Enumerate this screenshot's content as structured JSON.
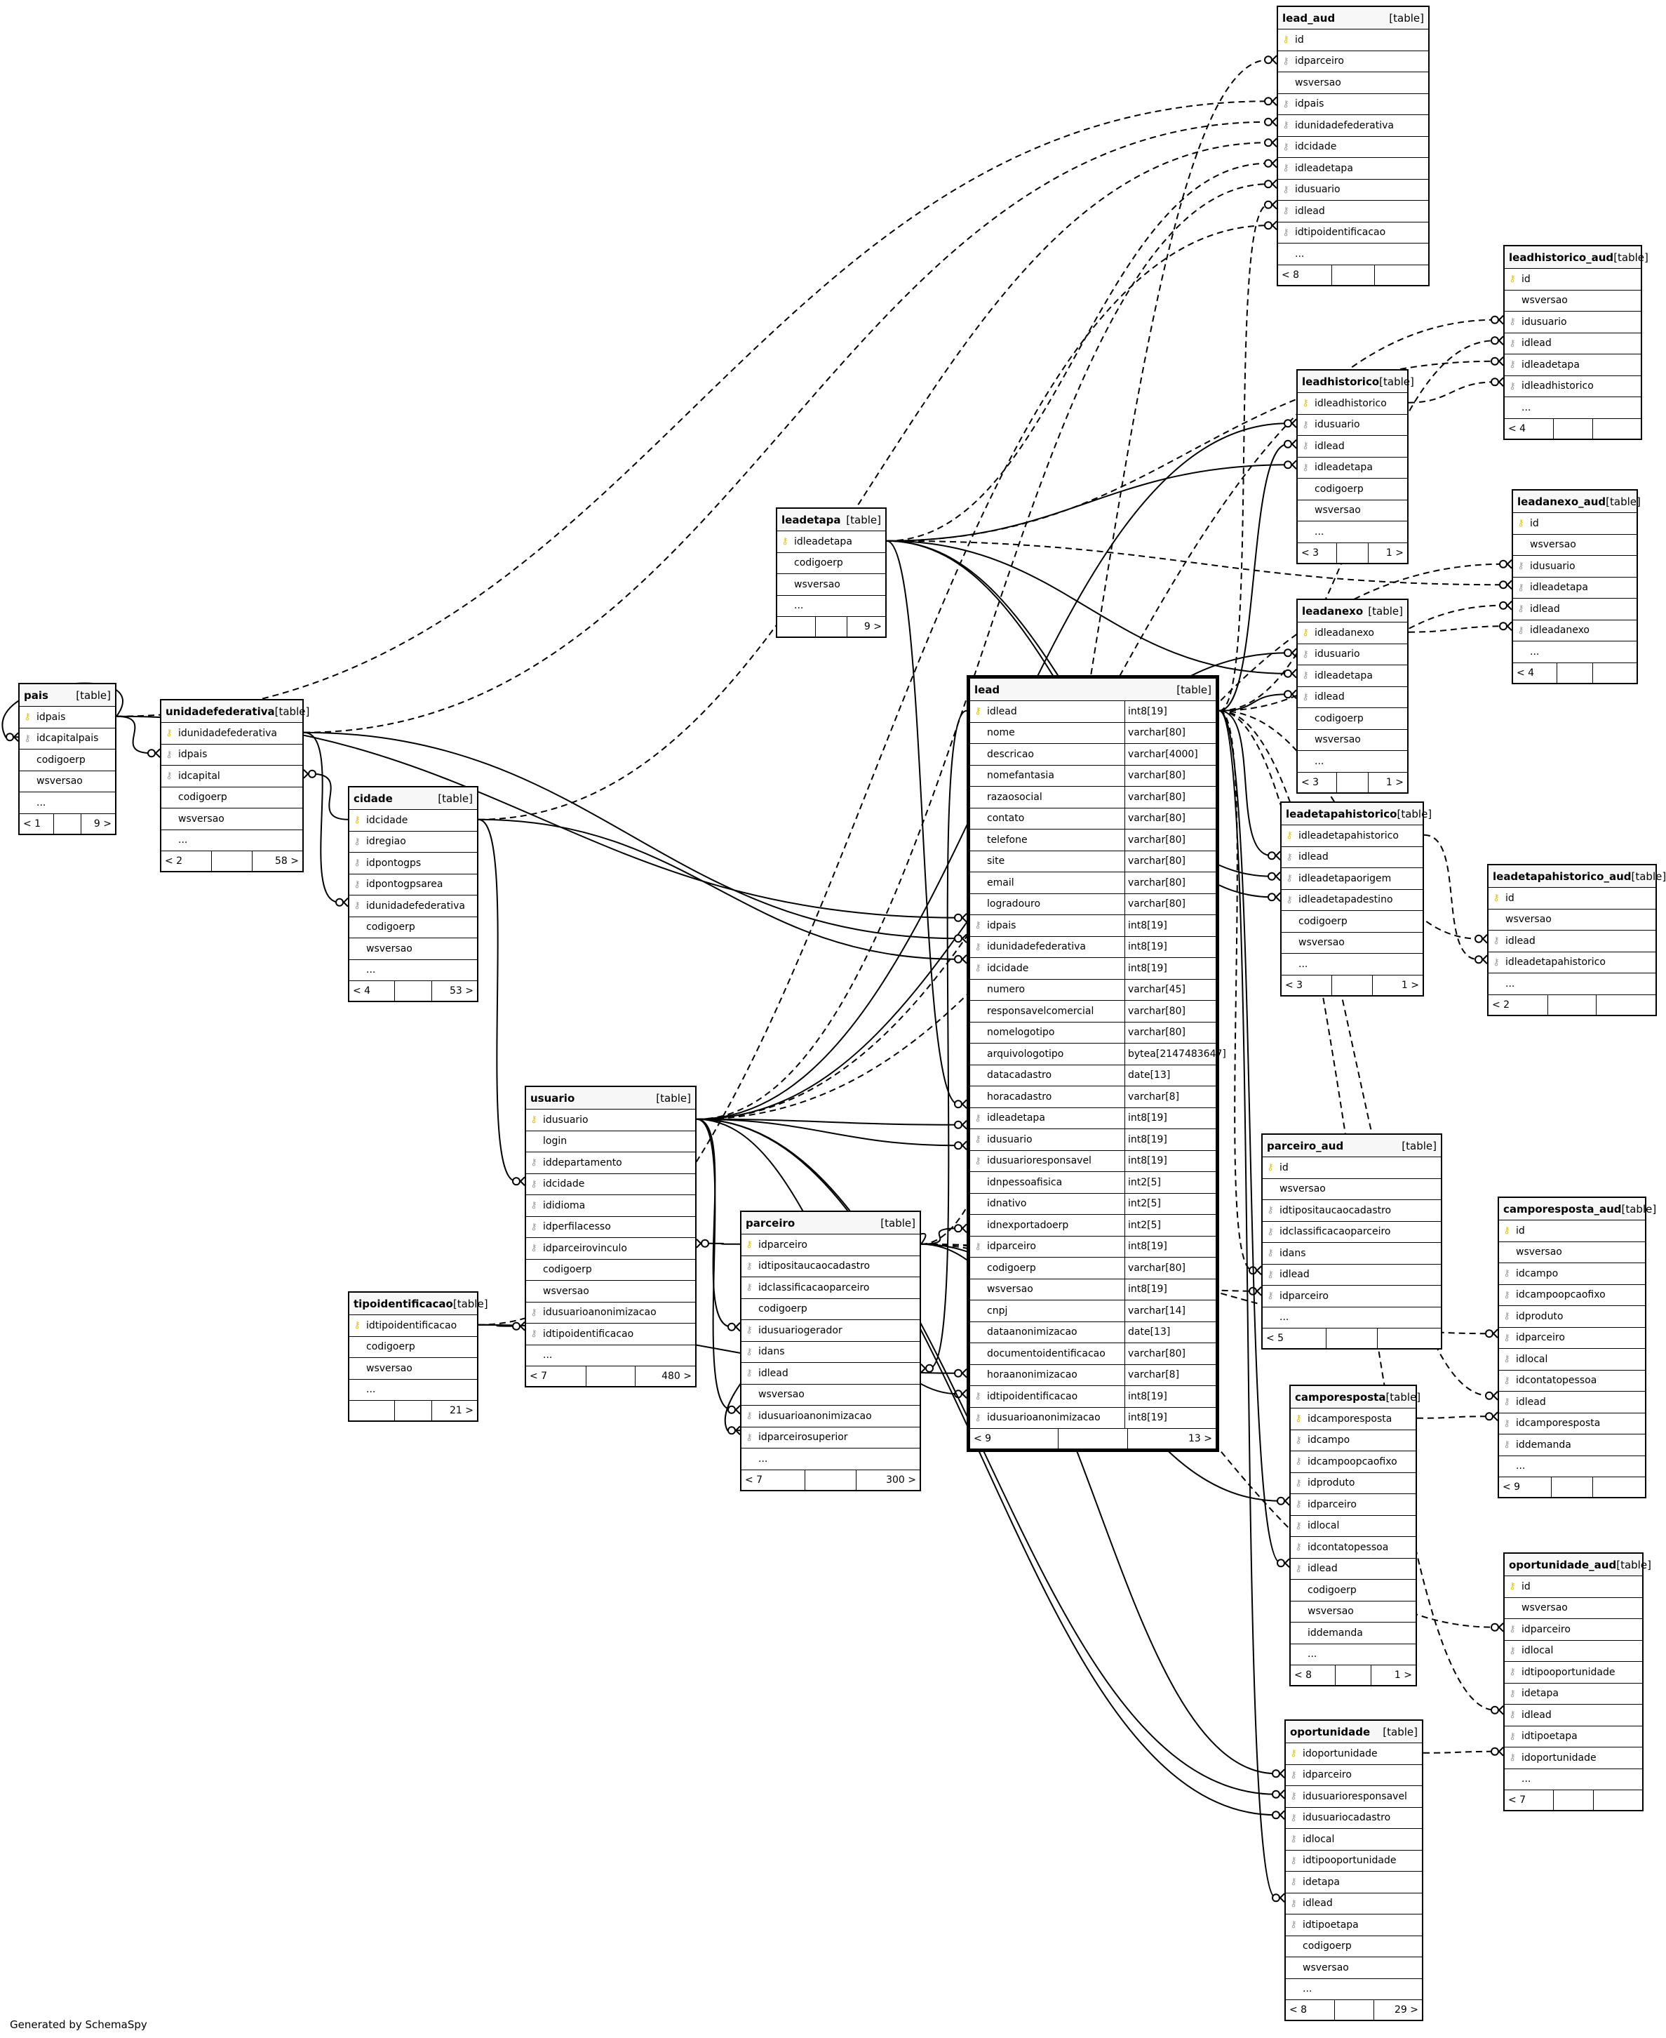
{
  "footer_text": "Generated by SchemaSpy",
  "colors": {
    "pk_key": "#e2c400",
    "fk_key": "#9a9a9a",
    "line": "#000000",
    "header_bg": "#f7f7f7"
  },
  "tables": [
    {
      "name": "lead_aud",
      "type": "[table]",
      "rows": [
        [
          "pk",
          "id"
        ],
        [
          "fk",
          "idparceiro"
        ],
        [
          "",
          "wsversao"
        ],
        [
          "fk",
          "idpais"
        ],
        [
          "fk",
          "idunidadefederativa"
        ],
        [
          "fk",
          "idcidade"
        ],
        [
          "fk",
          "idleadetapa"
        ],
        [
          "fk",
          "idusuario"
        ],
        [
          "fk",
          "idlead"
        ],
        [
          "fk",
          "idtipoidentificacao"
        ],
        [
          "",
          "..."
        ]
      ],
      "foot": [
        "< 8",
        "",
        ""
      ]
    },
    {
      "name": "leadhistorico_aud",
      "type": "[table]",
      "rows": [
        [
          "pk",
          "id"
        ],
        [
          "",
          "wsversao"
        ],
        [
          "fk",
          "idusuario"
        ],
        [
          "fk",
          "idlead"
        ],
        [
          "fk",
          "idleadetapa"
        ],
        [
          "fk",
          "idleadhistorico"
        ],
        [
          "",
          "..."
        ]
      ],
      "foot": [
        "< 4",
        "",
        ""
      ]
    },
    {
      "name": "leadhistorico",
      "type": "[table]",
      "rows": [
        [
          "pk",
          "idleadhistorico"
        ],
        [
          "fk",
          "idusuario"
        ],
        [
          "fk",
          "idlead"
        ],
        [
          "fk",
          "idleadetapa"
        ],
        [
          "",
          "codigoerp"
        ],
        [
          "",
          "wsversao"
        ],
        [
          "",
          "..."
        ]
      ],
      "foot": [
        "< 3",
        "",
        "1 >"
      ]
    },
    {
      "name": "leadanexo_aud",
      "type": "[table]",
      "rows": [
        [
          "pk",
          "id"
        ],
        [
          "",
          "wsversao"
        ],
        [
          "fk",
          "idusuario"
        ],
        [
          "fk",
          "idleadetapa"
        ],
        [
          "fk",
          "idlead"
        ],
        [
          "fk",
          "idleadanexo"
        ],
        [
          "",
          "..."
        ]
      ],
      "foot": [
        "< 4",
        "",
        ""
      ]
    },
    {
      "name": "leadetapa",
      "type": "[table]",
      "rows": [
        [
          "pk",
          "idleadetapa"
        ],
        [
          "",
          "codigoerp"
        ],
        [
          "",
          "wsversao"
        ],
        [
          "",
          "..."
        ]
      ],
      "foot": [
        "",
        "",
        "9 >"
      ]
    },
    {
      "name": "leadanexo",
      "type": "[table]",
      "rows": [
        [
          "pk",
          "idleadanexo"
        ],
        [
          "fk",
          "idusuario"
        ],
        [
          "fk",
          "idleadetapa"
        ],
        [
          "fk",
          "idlead"
        ],
        [
          "",
          "codigoerp"
        ],
        [
          "",
          "wsversao"
        ],
        [
          "",
          "..."
        ]
      ],
      "foot": [
        "< 3",
        "",
        "1 >"
      ]
    },
    {
      "name": "lead",
      "type": "[table]",
      "main": true,
      "rows": [
        [
          "pk",
          "idlead",
          "int8[19]"
        ],
        [
          "",
          "nome",
          "varchar[80]"
        ],
        [
          "",
          "descricao",
          "varchar[4000]"
        ],
        [
          "",
          "nomefantasia",
          "varchar[80]"
        ],
        [
          "",
          "razaosocial",
          "varchar[80]"
        ],
        [
          "",
          "contato",
          "varchar[80]"
        ],
        [
          "",
          "telefone",
          "varchar[80]"
        ],
        [
          "",
          "site",
          "varchar[80]"
        ],
        [
          "",
          "email",
          "varchar[80]"
        ],
        [
          "",
          "logradouro",
          "varchar[80]"
        ],
        [
          "fk",
          "idpais",
          "int8[19]"
        ],
        [
          "fk",
          "idunidadefederativa",
          "int8[19]"
        ],
        [
          "fk",
          "idcidade",
          "int8[19]"
        ],
        [
          "",
          "numero",
          "varchar[45]"
        ],
        [
          "",
          "responsavelcomercial",
          "varchar[80]"
        ],
        [
          "",
          "nomelogotipo",
          "varchar[80]"
        ],
        [
          "",
          "arquivologotipo",
          "bytea[2147483647]"
        ],
        [
          "",
          "datacadastro",
          "date[13]"
        ],
        [
          "",
          "horacadastro",
          "varchar[8]"
        ],
        [
          "fk",
          "idleadetapa",
          "int8[19]"
        ],
        [
          "fk",
          "idusuario",
          "int8[19]"
        ],
        [
          "fk",
          "idusuarioresponsavel",
          "int8[19]"
        ],
        [
          "",
          "idnpessoafisica",
          "int2[5]"
        ],
        [
          "",
          "idnativo",
          "int2[5]"
        ],
        [
          "",
          "idnexportadoerp",
          "int2[5]"
        ],
        [
          "fk",
          "idparceiro",
          "int8[19]"
        ],
        [
          "",
          "codigoerp",
          "varchar[80]"
        ],
        [
          "",
          "wsversao",
          "int8[19]"
        ],
        [
          "",
          "cnpj",
          "varchar[14]"
        ],
        [
          "",
          "dataanonimizacao",
          "date[13]"
        ],
        [
          "",
          "documentoidentificacao",
          "varchar[80]"
        ],
        [
          "",
          "horaanonimizacao",
          "varchar[8]"
        ],
        [
          "fk",
          "idtipoidentificacao",
          "int8[19]"
        ],
        [
          "fk",
          "idusuarioanonimizacao",
          "int8[19]"
        ]
      ],
      "foot": [
        "< 9",
        "",
        "13 >"
      ]
    },
    {
      "name": "pais",
      "type": "[table]",
      "rows": [
        [
          "pk",
          "idpais"
        ],
        [
          "fk",
          "idcapitalpais"
        ],
        [
          "",
          "codigoerp"
        ],
        [
          "",
          "wsversao"
        ],
        [
          "",
          "..."
        ]
      ],
      "foot": [
        "< 1",
        "",
        "9 >"
      ]
    },
    {
      "name": "unidadefederativa",
      "type": "[table]",
      "rows": [
        [
          "pk",
          "idunidadefederativa"
        ],
        [
          "fk",
          "idpais"
        ],
        [
          "fk",
          "idcapital"
        ],
        [
          "",
          "codigoerp"
        ],
        [
          "",
          "wsversao"
        ],
        [
          "",
          "..."
        ]
      ],
      "foot": [
        "< 2",
        "",
        "58 >"
      ]
    },
    {
      "name": "cidade",
      "type": "[table]",
      "rows": [
        [
          "pk",
          "idcidade"
        ],
        [
          "fk",
          "idregiao"
        ],
        [
          "fk",
          "idpontogps"
        ],
        [
          "fk",
          "idpontogpsarea"
        ],
        [
          "fk",
          "idunidadefederativa"
        ],
        [
          "",
          "codigoerp"
        ],
        [
          "",
          "wsversao"
        ],
        [
          "",
          "..."
        ]
      ],
      "foot": [
        "< 4",
        "",
        "53 >"
      ]
    },
    {
      "name": "leadetapahistorico",
      "type": "[table]",
      "rows": [
        [
          "pk",
          "idleadetapahistorico"
        ],
        [
          "fk",
          "idlead"
        ],
        [
          "fk",
          "idleadetapaorigem"
        ],
        [
          "fk",
          "idleadetapadestino"
        ],
        [
          "",
          "codigoerp"
        ],
        [
          "",
          "wsversao"
        ],
        [
          "",
          "..."
        ]
      ],
      "foot": [
        "< 3",
        "",
        "1 >"
      ]
    },
    {
      "name": "leadetapahistorico_aud",
      "type": "[table]",
      "rows": [
        [
          "pk",
          "id"
        ],
        [
          "",
          "wsversao"
        ],
        [
          "fk",
          "idlead"
        ],
        [
          "fk",
          "idleadetapahistorico"
        ],
        [
          "",
          "..."
        ]
      ],
      "foot": [
        "< 2",
        "",
        ""
      ]
    },
    {
      "name": "usuario",
      "type": "[table]",
      "rows": [
        [
          "pk",
          "idusuario"
        ],
        [
          "",
          "login"
        ],
        [
          "fk",
          "iddepartamento"
        ],
        [
          "fk",
          "idcidade"
        ],
        [
          "fk",
          "ididioma"
        ],
        [
          "fk",
          "idperfilacesso"
        ],
        [
          "fk",
          "idparceirovinculo"
        ],
        [
          "",
          "codigoerp"
        ],
        [
          "",
          "wsversao"
        ],
        [
          "fk",
          "idusuarioanonimizacao"
        ],
        [
          "fk",
          "idtipoidentificacao"
        ],
        [
          "",
          "..."
        ]
      ],
      "foot": [
        "< 7",
        "",
        "480 >"
      ]
    },
    {
      "name": "parceiro_aud",
      "type": "[table]",
      "rows": [
        [
          "pk",
          "id"
        ],
        [
          "",
          "wsversao"
        ],
        [
          "fk",
          "idtipositaucaocadastro"
        ],
        [
          "fk",
          "idclassificacaoparceiro"
        ],
        [
          "fk",
          "idans"
        ],
        [
          "fk",
          "idlead"
        ],
        [
          "fk",
          "idparceiro"
        ],
        [
          "",
          "..."
        ]
      ],
      "foot": [
        "< 5",
        "",
        ""
      ]
    },
    {
      "name": "camporesposta_aud",
      "type": "[table]",
      "rows": [
        [
          "pk",
          "id"
        ],
        [
          "",
          "wsversao"
        ],
        [
          "fk",
          "idcampo"
        ],
        [
          "fk",
          "idcampoopcaofixo"
        ],
        [
          "fk",
          "idproduto"
        ],
        [
          "fk",
          "idparceiro"
        ],
        [
          "fk",
          "idlocal"
        ],
        [
          "fk",
          "idcontatopessoa"
        ],
        [
          "fk",
          "idlead"
        ],
        [
          "fk",
          "idcamporesposta"
        ],
        [
          "fk",
          "iddemanda"
        ],
        [
          "",
          "..."
        ]
      ],
      "foot": [
        "< 9",
        "",
        ""
      ]
    },
    {
      "name": "parceiro",
      "type": "[table]",
      "rows": [
        [
          "pk",
          "idparceiro"
        ],
        [
          "fk",
          "idtipositaucaocadastro"
        ],
        [
          "fk",
          "idclassificacaoparceiro"
        ],
        [
          "",
          "codigoerp"
        ],
        [
          "fk",
          "idusuariogerador"
        ],
        [
          "fk",
          "idans"
        ],
        [
          "fk",
          "idlead"
        ],
        [
          "",
          "wsversao"
        ],
        [
          "fk",
          "idusuarioanonimizacao"
        ],
        [
          "fk",
          "idparceirosuperior"
        ],
        [
          "",
          "..."
        ]
      ],
      "foot": [
        "< 7",
        "",
        "300 >"
      ]
    },
    {
      "name": "tipoidentificacao",
      "type": "[table]",
      "rows": [
        [
          "pk",
          "idtipoidentificacao"
        ],
        [
          "",
          "codigoerp"
        ],
        [
          "",
          "wsversao"
        ],
        [
          "",
          "..."
        ]
      ],
      "foot": [
        "",
        "",
        "21 >"
      ]
    },
    {
      "name": "camporesposta",
      "type": "[table]",
      "rows": [
        [
          "pk",
          "idcamporesposta"
        ],
        [
          "fk",
          "idcampo"
        ],
        [
          "fk",
          "idcampoopcaofixo"
        ],
        [
          "fk",
          "idproduto"
        ],
        [
          "fk",
          "idparceiro"
        ],
        [
          "fk",
          "idlocal"
        ],
        [
          "fk",
          "idcontatopessoa"
        ],
        [
          "fk",
          "idlead"
        ],
        [
          "",
          "codigoerp"
        ],
        [
          "",
          "wsversao"
        ],
        [
          "",
          "iddemanda"
        ],
        [
          "",
          "..."
        ]
      ],
      "foot": [
        "< 8",
        "",
        "1 >"
      ]
    },
    {
      "name": "oportunidade_aud",
      "type": "[table]",
      "rows": [
        [
          "pk",
          "id"
        ],
        [
          "",
          "wsversao"
        ],
        [
          "fk",
          "idparceiro"
        ],
        [
          "fk",
          "idlocal"
        ],
        [
          "fk",
          "idtipooportunidade"
        ],
        [
          "fk",
          "idetapa"
        ],
        [
          "fk",
          "idlead"
        ],
        [
          "fk",
          "idtipoetapa"
        ],
        [
          "fk",
          "idoportunidade"
        ],
        [
          "",
          "..."
        ]
      ],
      "foot": [
        "< 7",
        "",
        ""
      ]
    },
    {
      "name": "oportunidade",
      "type": "[table]",
      "rows": [
        [
          "pk",
          "idoportunidade"
        ],
        [
          "fk",
          "idparceiro"
        ],
        [
          "fk",
          "idusuarioresponsavel"
        ],
        [
          "fk",
          "idusuariocadastro"
        ],
        [
          "fk",
          "idlocal"
        ],
        [
          "fk",
          "idtipooportunidade"
        ],
        [
          "fk",
          "idetapa"
        ],
        [
          "fk",
          "idlead"
        ],
        [
          "fk",
          "idtipoetapa"
        ],
        [
          "",
          "codigoerp"
        ],
        [
          "",
          "wsversao"
        ],
        [
          "",
          "..."
        ]
      ],
      "foot": [
        "< 8",
        "",
        "29 >"
      ]
    }
  ]
}
